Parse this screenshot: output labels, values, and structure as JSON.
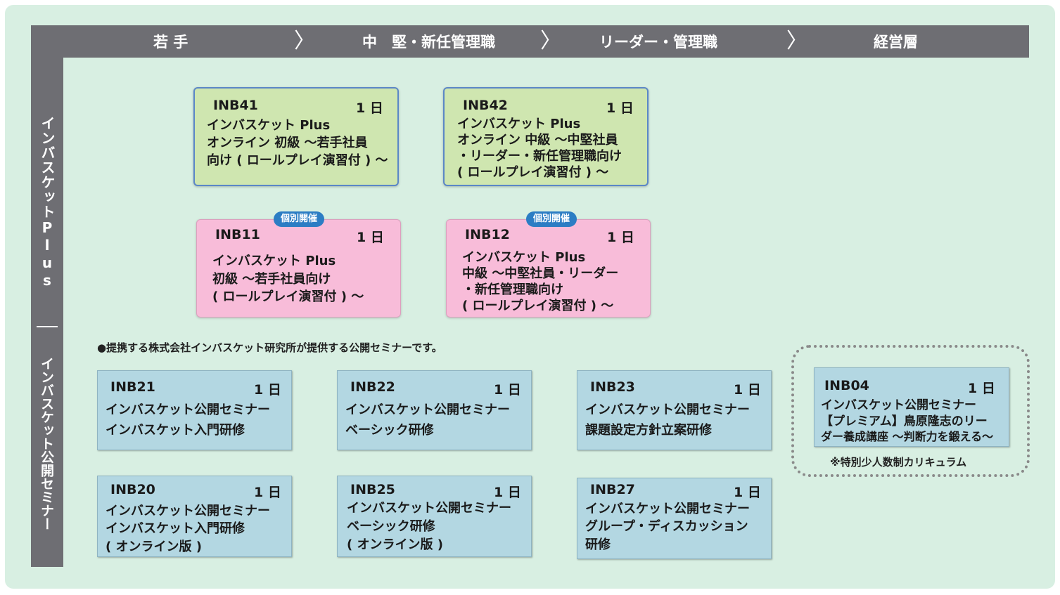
{
  "header": {
    "stages": [
      "若 手",
      "中　堅・新任管理職",
      "リーダー・管理職",
      "経営層"
    ],
    "chevron": "〉"
  },
  "rows": {
    "plus": "インバスケットPlus",
    "public": "インバスケット公開セミナー"
  },
  "badge": "個別開催",
  "note": "●提携する株式会社インバスケット研究所が提供する公開セミナーです。",
  "premium_note": "※特別少人数制カリキュラム",
  "cards": {
    "inb41": {
      "code": "INB41",
      "days": "1 日",
      "lines": [
        "インバスケット Plus",
        "オンライン 初級 ～若手社員",
        "向け ( ロールプレイ演習付 ) ～"
      ]
    },
    "inb42": {
      "code": "INB42",
      "days": "1 日",
      "lines": [
        "インバスケット Plus",
        "オンライン 中級 ～中堅社員",
        "・リーダー・新任管理職向け",
        "( ロールプレイ演習付 ) ～"
      ]
    },
    "inb11": {
      "code": "INB11",
      "days": "1 日",
      "lines": [
        "インバスケット Plus",
        "初級 ～若手社員向け",
        "( ロールプレイ演習付 ) ～"
      ]
    },
    "inb12": {
      "code": "INB12",
      "days": "1 日",
      "lines": [
        "インバスケット Plus",
        "中級 ～中堅社員・リーダー",
        "・新任管理職向け",
        "( ロールプレイ演習付 ) ～"
      ]
    },
    "inb21": {
      "code": "INB21",
      "days": "1 日",
      "lines": [
        "インバスケット公開セミナー",
        "インバスケット入門研修"
      ]
    },
    "inb22": {
      "code": "INB22",
      "days": "1 日",
      "lines": [
        "インバスケット公開セミナー",
        "ベーシック研修"
      ]
    },
    "inb23": {
      "code": "INB23",
      "days": "1 日",
      "lines": [
        "インバスケット公開セミナー",
        "課題設定方針立案研修"
      ]
    },
    "inb04": {
      "code": "INB04",
      "days": "1 日",
      "lines": [
        "インバスケット公開セミナー",
        "【プレミアム】鳥原隆志のリー",
        "ダー養成講座 ～判断力を鍛える～"
      ]
    },
    "inb20": {
      "code": "INB20",
      "days": "1 日",
      "lines": [
        "インバスケット公開セミナー",
        "インバスケット入門研修",
        "( オンライン版 )"
      ]
    },
    "inb25": {
      "code": "INB25",
      "days": "1 日",
      "lines": [
        "インバスケット公開セミナー",
        "ベーシック研修",
        "( オンライン版 )"
      ]
    },
    "inb27": {
      "code": "INB27",
      "days": "1 日",
      "lines": [
        "インバスケット公開セミナー",
        "グループ・ディスカッション",
        "研修"
      ]
    }
  }
}
